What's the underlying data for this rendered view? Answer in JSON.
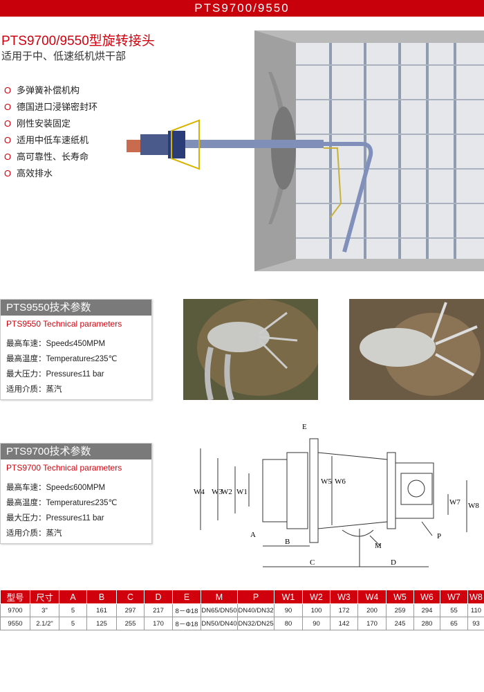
{
  "title_bar": "PTS9700/9550",
  "heading": "PTS9700/9550型旋转接头",
  "subheading": "适用于中、低速纸机烘干部",
  "bullet_marker": "O",
  "features": [
    "多弹簧补偿机构",
    "德国进口浸锑密封环",
    "刚性安装固定",
    "适用中低车速纸机",
    "高可靠性、长寿命",
    "高效排水"
  ],
  "specs": [
    {
      "header": "PTS9550技术参数",
      "subtitle": "PTS9550 Technical parameters",
      "rows": [
        "最高车速：Speed≤450MPM",
        "最高温度：Temperature≤235℃",
        "最大压力：Pressure≤11 bar",
        "适用介质：蒸汽"
      ]
    },
    {
      "header": "PTS9700技术参数",
      "subtitle": "PTS9700 Technical parameters",
      "rows": [
        "最高车速：Speed≤600MPM",
        "最高温度：Temperature≤235℃",
        "最大压力：Pressure≤11 bar",
        "适用介质：蒸汽"
      ]
    }
  ],
  "diagram_labels": {
    "E": "E",
    "A": "A",
    "B": "B",
    "C": "C",
    "D": "D",
    "M": "M",
    "P": "P",
    "W1": "W1",
    "W2": "W2",
    "W3": "W3",
    "W4": "W4",
    "W5": "W5",
    "W6": "W6",
    "W7": "W7",
    "W8": "W8"
  },
  "table": {
    "headers": [
      "型号",
      "尺寸",
      "A",
      "B",
      "C",
      "D",
      "E",
      "M",
      "P",
      "W1",
      "W2",
      "W3",
      "W4",
      "W5",
      "W6",
      "W7",
      "W8"
    ],
    "rows": [
      [
        "9700",
        "3\"",
        "5",
        "161",
        "297",
        "217",
        "8－Φ18",
        "DN65/DN50",
        "DN40/DN32",
        "90",
        "100",
        "172",
        "200",
        "259",
        "294",
        "55",
        "110"
      ],
      [
        "9550",
        "2.1/2\"",
        "5",
        "125",
        "255",
        "170",
        "8－Φ18",
        "DN50/DN40",
        "DN32/DN25",
        "80",
        "90",
        "142",
        "170",
        "245",
        "280",
        "65",
        "93"
      ]
    ]
  },
  "colors": {
    "accent": "#d0000d",
    "header_gray": "#7b7a7a"
  }
}
